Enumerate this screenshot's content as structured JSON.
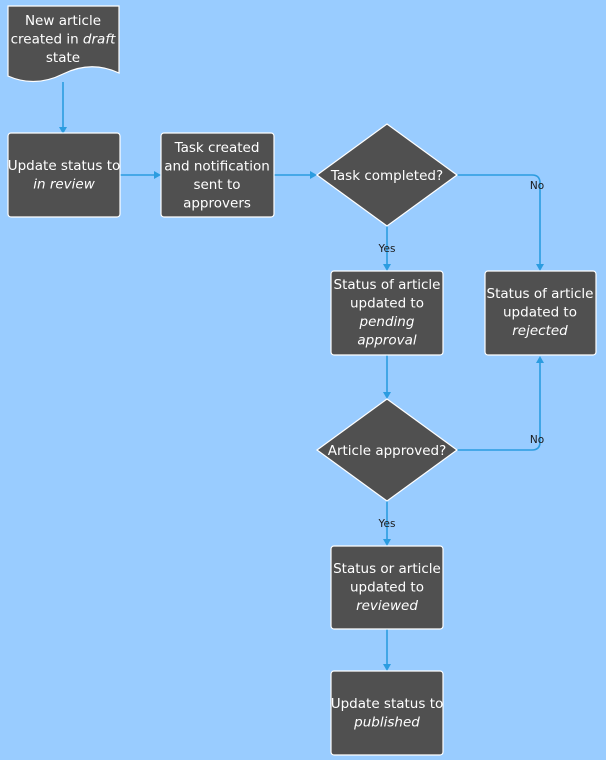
{
  "colors": {
    "background": "#99ccff",
    "node_fill": "#505050",
    "node_text": "#ffffff",
    "connector": "#2b9ce0"
  },
  "nodes": {
    "start": {
      "lines": [
        [
          {
            "t": "New article"
          }
        ],
        [
          {
            "t": "created in "
          },
          {
            "t": "draft",
            "i": true
          }
        ],
        [
          {
            "t": "state"
          }
        ]
      ]
    },
    "in_review": {
      "lines": [
        [
          {
            "t": "Update status to"
          }
        ],
        [
          {
            "t": "in review",
            "i": true
          }
        ]
      ]
    },
    "task_created": {
      "lines": [
        [
          {
            "t": "Task created"
          }
        ],
        [
          {
            "t": "and notification"
          }
        ],
        [
          {
            "t": "sent to"
          }
        ],
        [
          {
            "t": "approvers"
          }
        ]
      ]
    },
    "task_completed": {
      "lines": [
        [
          {
            "t": "Task completed?"
          }
        ]
      ]
    },
    "pending": {
      "lines": [
        [
          {
            "t": "Status of article"
          }
        ],
        [
          {
            "t": "updated to"
          }
        ],
        [
          {
            "t": "pending",
            "i": true
          }
        ],
        [
          {
            "t": "approval",
            "i": true
          }
        ]
      ]
    },
    "rejected": {
      "lines": [
        [
          {
            "t": "Status of article"
          }
        ],
        [
          {
            "t": "updated to"
          }
        ],
        [
          {
            "t": "rejected",
            "i": true
          }
        ]
      ]
    },
    "approved": {
      "lines": [
        [
          {
            "t": "Article approved?"
          }
        ]
      ]
    },
    "reviewed": {
      "lines": [
        [
          {
            "t": "Status or article"
          }
        ],
        [
          {
            "t": "updated to"
          }
        ],
        [
          {
            "t": "reviewed",
            "i": true
          }
        ]
      ]
    },
    "published": {
      "lines": [
        [
          {
            "t": "Update status to"
          }
        ],
        [
          {
            "t": "published",
            "i": true
          }
        ]
      ]
    }
  },
  "edge_labels": {
    "task_yes": "Yes",
    "task_no": "No",
    "approved_yes": "Yes",
    "approved_no": "No"
  }
}
